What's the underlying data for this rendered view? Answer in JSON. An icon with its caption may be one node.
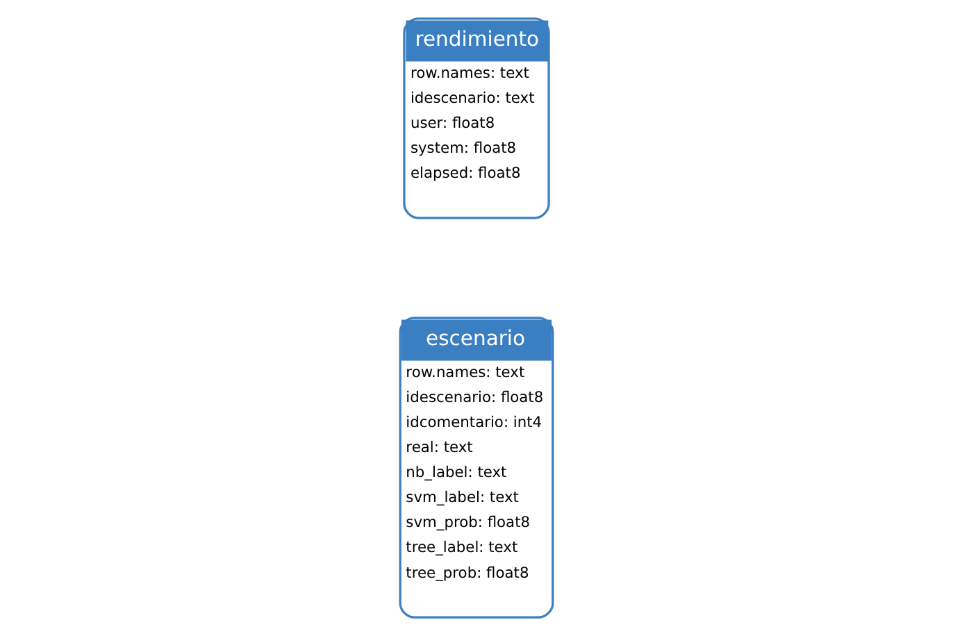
{
  "diagram": {
    "nodes": [
      {
        "text": [
          "escenario",
          "row.names: text",
          "idescenario: float8",
          "idcomentario: int4",
          "real: text",
          "nb_label: text",
          "svm_label: text",
          "svm_prob: float8",
          "tree_label: text",
          "tree_prob: float8"
        ]
      },
      {
        "text": [
          "rendimiento",
          "row.names: text",
          "idescenario: text",
          "user: float8",
          "system: float8",
          "elapsed: float8"
        ]
      }
    ]
  }
}
